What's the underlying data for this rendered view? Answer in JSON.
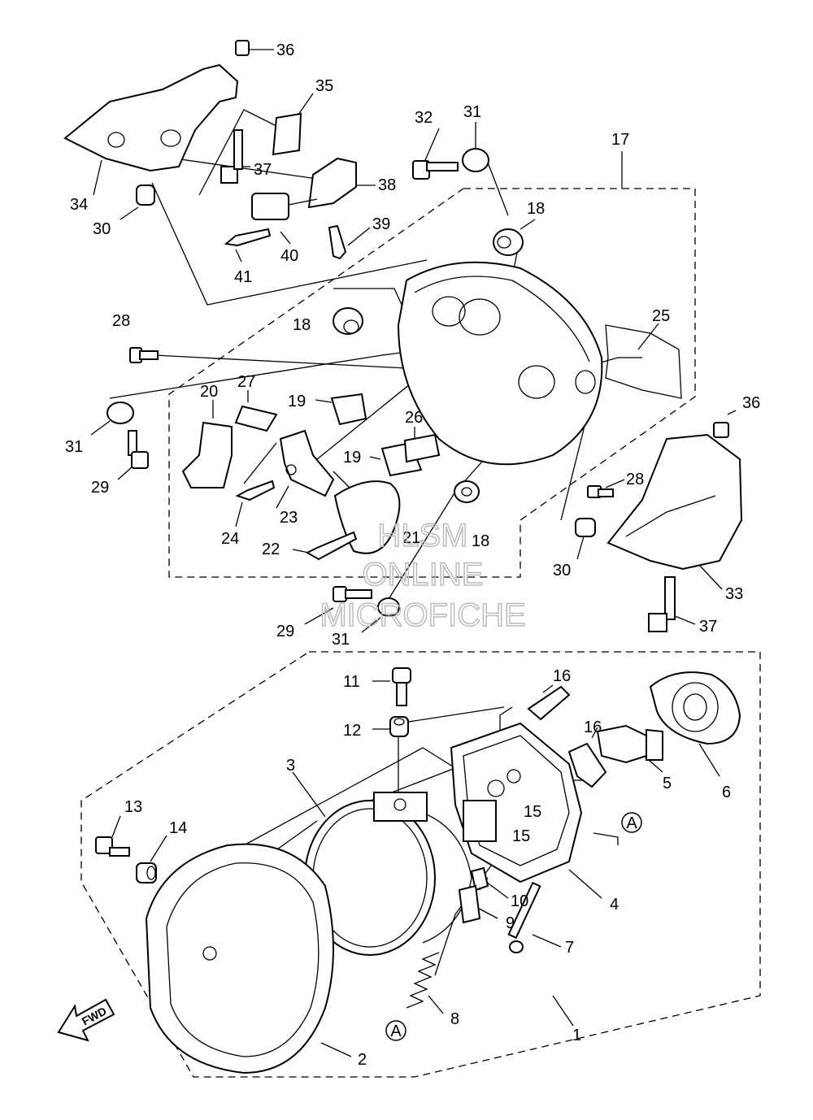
{
  "diagram": {
    "callouts": [
      {
        "id": "c36a",
        "text": "36"
      },
      {
        "id": "c35",
        "text": "35"
      },
      {
        "id": "c32",
        "text": "32"
      },
      {
        "id": "c31a",
        "text": "31"
      },
      {
        "id": "c17",
        "text": "17"
      },
      {
        "id": "c37a",
        "text": "37"
      },
      {
        "id": "c38",
        "text": "38"
      },
      {
        "id": "c34",
        "text": "34"
      },
      {
        "id": "c30a",
        "text": "30"
      },
      {
        "id": "c18a",
        "text": "18"
      },
      {
        "id": "c39",
        "text": "39"
      },
      {
        "id": "c40",
        "text": "40"
      },
      {
        "id": "c41",
        "text": "41"
      },
      {
        "id": "c28a",
        "text": "28"
      },
      {
        "id": "c18b",
        "text": "18"
      },
      {
        "id": "c25",
        "text": "25"
      },
      {
        "id": "c20",
        "text": "20"
      },
      {
        "id": "c27",
        "text": "27"
      },
      {
        "id": "c19a",
        "text": "19"
      },
      {
        "id": "c36b",
        "text": "36"
      },
      {
        "id": "c31b",
        "text": "31"
      },
      {
        "id": "c26",
        "text": "26"
      },
      {
        "id": "c19b",
        "text": "19"
      },
      {
        "id": "c29a",
        "text": "29"
      },
      {
        "id": "c28b",
        "text": "28"
      },
      {
        "id": "c23",
        "text": "23"
      },
      {
        "id": "c24",
        "text": "24"
      },
      {
        "id": "c18c",
        "text": "18"
      },
      {
        "id": "c21",
        "text": "21"
      },
      {
        "id": "c22",
        "text": "22"
      },
      {
        "id": "c30b",
        "text": "30"
      },
      {
        "id": "c33",
        "text": "33"
      },
      {
        "id": "c29b",
        "text": "29"
      },
      {
        "id": "c31c",
        "text": "31"
      },
      {
        "id": "c37b",
        "text": "37"
      },
      {
        "id": "c11",
        "text": "11"
      },
      {
        "id": "c16a",
        "text": "16"
      },
      {
        "id": "c12",
        "text": "12"
      },
      {
        "id": "c16b",
        "text": "16"
      },
      {
        "id": "c3",
        "text": "3"
      },
      {
        "id": "c6",
        "text": "6"
      },
      {
        "id": "c5",
        "text": "5"
      },
      {
        "id": "c15a",
        "text": "15"
      },
      {
        "id": "c13",
        "text": "13"
      },
      {
        "id": "c14",
        "text": "14"
      },
      {
        "id": "c15b",
        "text": "15"
      },
      {
        "id": "c10",
        "text": "10"
      },
      {
        "id": "c4",
        "text": "4"
      },
      {
        "id": "c9",
        "text": "9"
      },
      {
        "id": "c7",
        "text": "7"
      },
      {
        "id": "c8",
        "text": "8"
      },
      {
        "id": "c1",
        "text": "1"
      },
      {
        "id": "c2",
        "text": "2"
      }
    ],
    "ref_marks": [
      {
        "id": "ra1",
        "text": "A"
      },
      {
        "id": "ra2",
        "text": "A"
      }
    ],
    "fwd_label": "FWD",
    "watermark": [
      "HLSM",
      "ONLINE",
      "MICROFICHE"
    ]
  }
}
